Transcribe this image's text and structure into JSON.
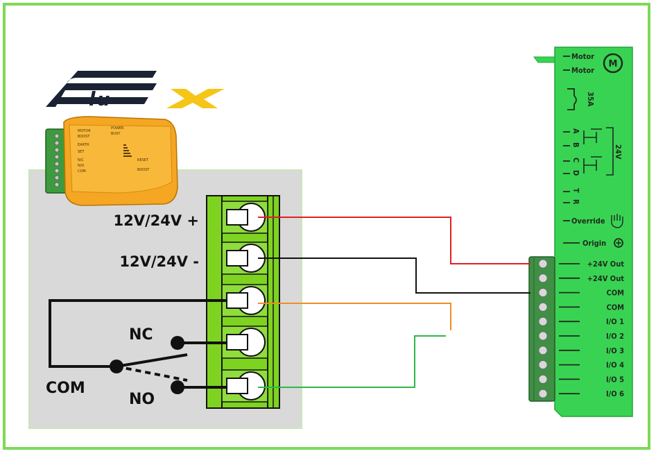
{
  "brand": {
    "logo_text": "flux"
  },
  "module_labels": [
    "MOTOR",
    "BOOST",
    "POWER",
    "BUSY",
    "EARTH",
    "SET",
    "N/C",
    "N/O",
    "COM",
    "RESET",
    "BOOST"
  ],
  "relay": {
    "terminals": [
      "12V/24V +",
      "12V/24V -",
      "",
      "",
      ""
    ],
    "contacts": {
      "nc": "NC",
      "com": "COM",
      "no": "NO"
    }
  },
  "controller": {
    "upper_labels": [
      "Motor",
      "Motor",
      "35A",
      "A",
      "B",
      "C",
      "D",
      "T",
      "R",
      "24V",
      "Override",
      "Origin"
    ],
    "terminal_pins": [
      "+24V Out",
      "+24V Out",
      "COM",
      "COM",
      "I/O 1",
      "I/O 2",
      "I/O 3",
      "I/O 4",
      "I/O 5",
      "I/O 6"
    ]
  },
  "colors": {
    "frame": "#7ed957",
    "relay_box": "#d9d9d9",
    "relay_green": "#7ed321",
    "controller_green": "#39d353",
    "wire_positive": "#e02020",
    "wire_negative": "#111111",
    "wire_orange": "#f28c28",
    "wire_green": "#2db84a"
  }
}
